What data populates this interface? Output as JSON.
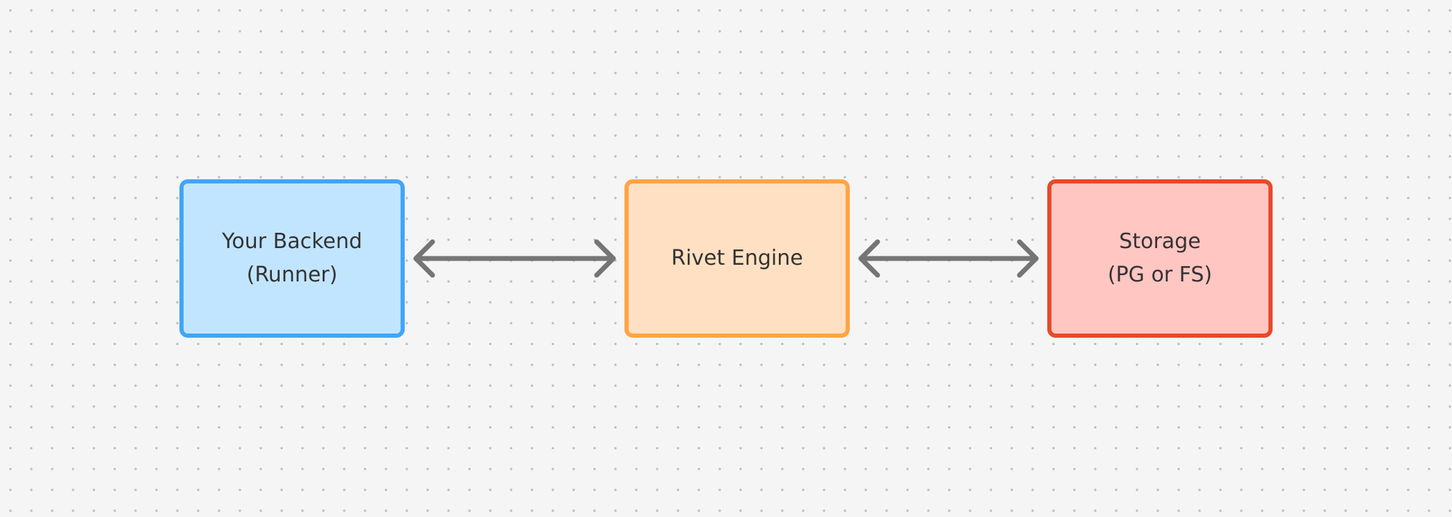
{
  "diagram": {
    "nodes": [
      {
        "id": "backend",
        "label": "Your Backend\n(Runner)",
        "fill": "#c2e5ff",
        "stroke": "#42a5f5"
      },
      {
        "id": "engine",
        "label": "Rivet Engine",
        "fill": "#ffe0c2",
        "stroke": "#ffa445"
      },
      {
        "id": "storage",
        "label": "Storage\n(PG or FS)",
        "fill": "#ffc6c2",
        "stroke": "#e8492a"
      }
    ],
    "edges": [
      {
        "from": "backend",
        "to": "engine",
        "direction": "bidirectional"
      },
      {
        "from": "engine",
        "to": "storage",
        "direction": "bidirectional"
      }
    ],
    "colors": {
      "background": "#f5f5f5",
      "grid_dot": "#bdbdbd",
      "arrow": "#757575",
      "text": "#333333"
    }
  }
}
